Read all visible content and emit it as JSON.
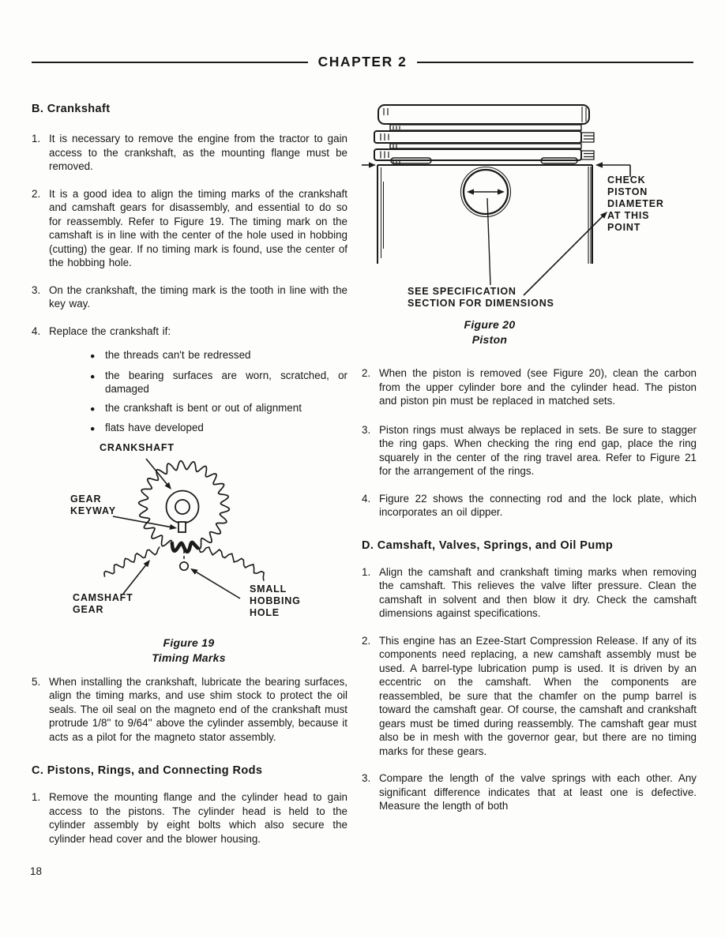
{
  "page": {
    "chapter_title": "CHAPTER 2",
    "page_number": "18"
  },
  "sections": {
    "b": {
      "heading": "B. Crankshaft",
      "items": [
        {
          "num": "1.",
          "text": "It is necessary to remove the engine from the tractor to gain access to the crankshaft, as the mounting flange must be removed."
        },
        {
          "num": "2.",
          "text": "It is a good idea to align the timing marks of the crankshaft and camshaft gears for disassembly, and essential to do so for reassembly. Refer to Figure 19. The timing mark on the camshaft is in line with the center of the hole used in hobbing (cutting) the gear. If no timing mark is found, use the center of the hobbing hole."
        },
        {
          "num": "3.",
          "text": "On the crankshaft, the timing mark is the tooth in line with the key way."
        },
        {
          "num": "4.",
          "text": "Replace the crankshaft if:"
        }
      ],
      "bullets": [
        "the threads can't be redressed",
        "the bearing surfaces are worn, scratched, or damaged",
        "the crankshaft is bent or out of alignment",
        "flats have developed"
      ],
      "item5": {
        "num": "5.",
        "text": "When installing the crankshaft, lubricate the bearing surfaces, align the timing marks, and use shim stock to protect the oil seals. The oil seal on the magneto end of the crankshaft must protrude 1/8'' to 9/64'' above the cylinder assembly, because it acts as a pilot for the magneto stator assembly."
      }
    },
    "c": {
      "heading": "C. Pistons, Rings, and Connecting Rods",
      "item1": {
        "num": "1.",
        "text": "Remove the mounting flange and the cylinder head to gain access to the pistons. The cylinder head is held to the cylinder assembly by eight bolts which also secure the cylinder head cover and the blower housing."
      },
      "items_right": [
        {
          "num": "2.",
          "text": "When the piston is removed (see Figure 20), clean the carbon from the upper cylinder bore and the cylinder head. The piston and piston pin must be replaced in matched sets."
        },
        {
          "num": "3.",
          "text": "Piston rings must always be replaced in sets. Be sure to stagger the ring gaps. When checking the ring end gap, place the ring squarely in the center of the ring travel area. Refer to Figure 21 for the arrangement of the rings."
        },
        {
          "num": "4.",
          "text": "Figure 22 shows the connecting rod and the lock plate, which incorporates an oil dipper."
        }
      ]
    },
    "d": {
      "heading": "D. Camshaft, Valves, Springs, and Oil Pump",
      "items": [
        {
          "num": "1.",
          "text": "Align the camshaft and crankshaft timing marks when removing the camshaft. This relieves the valve lifter pressure. Clean the camshaft in solvent and then blow it dry. Check the camshaft dimensions against specifications."
        },
        {
          "num": "2.",
          "text": "This engine has an Ezee-Start Compression Release. If any of its components need replacing, a new camshaft assembly must be used. A barrel-type lubrication pump is used. It is driven by an eccentric on the camshaft. When the components are reassembled, be sure that the chamfer on the pump barrel is toward the camshaft gear. Of course, the camshaft and crankshaft gears must be timed during reassembly. The camshaft gear must also be in mesh with the governor gear, but there are no timing marks for these gears."
        },
        {
          "num": "3.",
          "text": "Compare the length of the valve springs with each other. Any significant difference indicates that at least one is defective. Measure the length of both"
        }
      ]
    }
  },
  "figure19": {
    "labels": {
      "crankshaft": "CRANKSHAFT",
      "gear_keyway": "GEAR\nKEYWAY",
      "camshaft_gear": "CAMSHAFT\nGEAR",
      "small_hobbing_hole": "SMALL\nHOBBING\nHOLE"
    },
    "caption_title": "Figure 19",
    "caption_subtitle": "Timing Marks"
  },
  "figure20": {
    "labels": {
      "check_point": "CHECK\nPISTON\nDIAMETER\nAT THIS\nPOINT",
      "see_spec": "SEE  SPECIFICATION\nSECTION  FOR  DIMENSIONS"
    },
    "caption_title": "Figure 20",
    "caption_subtitle": "Piston"
  }
}
